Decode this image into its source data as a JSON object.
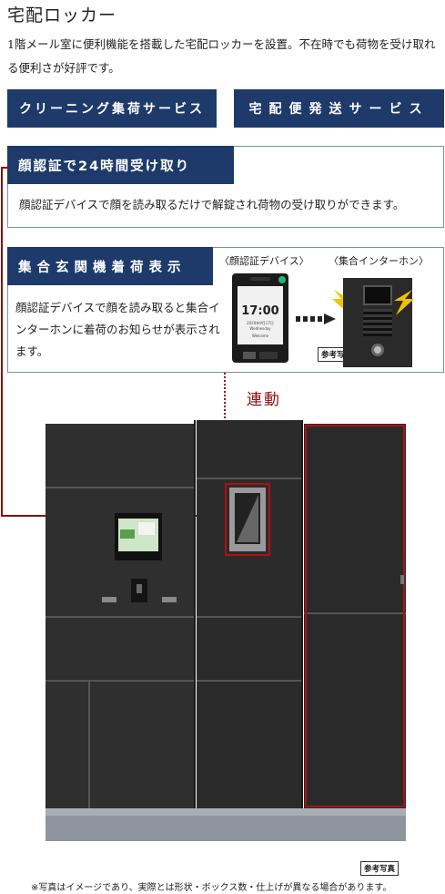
{
  "header": {
    "title": "宅配ロッカー",
    "intro": "1階メール室に便利機能を搭載した宅配ロッカーを設置。不在時でも荷物を受け取れる便利さが好評です。"
  },
  "services": {
    "cleaning": "クリーニング集荷サービス",
    "delivery": "宅配便発送サービス"
  },
  "face_auth": {
    "tab": "顔認証で24時間受け取り",
    "desc": "顔認証デバイスで顔を読み取るだけで解錠され荷物の受け取りができます。"
  },
  "intercom": {
    "tab": "集合玄関機着荷表示",
    "desc": "顔認証デバイスで顔を読み取ると集合インターホンに着荷のお知らせが表示されます。",
    "device_label": "〈顔認証デバイス〉",
    "intercom_label": "〈集合インターホン〉",
    "ref_badge": "参考写真",
    "device_time": "17:00",
    "device_date": "2020年9月17日 Wednesday",
    "device_welcome": "Welcome"
  },
  "link_label": "連動",
  "ref_badge_bottom": "参考写真",
  "footnote": "※写真はイメージであり、実際とは形状・ボックス数・仕上げが異なる場合があります。",
  "colors": {
    "navy": "#1d3a6a",
    "accent_red": "#8b1010",
    "locker_body": "#2f2f2f"
  }
}
